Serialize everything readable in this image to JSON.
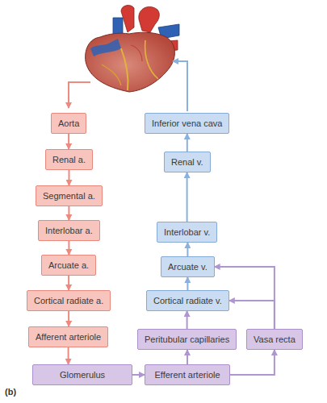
{
  "diagram": {
    "nodes": [
      {
        "text": [
          "Aorta"
        ]
      },
      {
        "text": [
          "Inferior vena cava"
        ]
      },
      {
        "text": [
          "Renal a."
        ]
      },
      {
        "text": [
          "Renal v."
        ]
      },
      {
        "text": [
          "Segmental a."
        ]
      },
      {
        "text": [
          "Interlobar a."
        ]
      },
      {
        "text": [
          "Interlobar v."
        ]
      },
      {
        "text": [
          "Arcuate a."
        ]
      },
      {
        "text": [
          "Arcuate v."
        ]
      },
      {
        "text": [
          "Cortical radiate a."
        ]
      },
      {
        "text": [
          "Cortical radiate v."
        ]
      },
      {
        "text": [
          "Afferent arteriole"
        ]
      },
      {
        "text": [
          "Peritubular capillaries"
        ]
      },
      {
        "text": [
          "Vasa recta"
        ]
      },
      {
        "text": [
          "Glomerulus"
        ]
      },
      {
        "text": [
          "Efferent arteriole"
        ]
      }
    ],
    "edges": [
      {
        "from": 0,
        "to": 2,
        "arrow": "to"
      },
      {
        "from": 2,
        "to": 4,
        "arrow": "to"
      },
      {
        "from": 4,
        "to": 5,
        "arrow": "to"
      },
      {
        "from": 5,
        "to": 7,
        "arrow": "to"
      },
      {
        "from": 7,
        "to": 9,
        "arrow": "to"
      },
      {
        "from": 9,
        "to": 11,
        "arrow": "to"
      },
      {
        "from": 11,
        "to": 14,
        "arrow": "to"
      },
      {
        "from": 14,
        "to": 15,
        "arrow": "to"
      },
      {
        "from": 15,
        "to": 12,
        "arrow": "to"
      },
      {
        "from": 15,
        "to": 13,
        "arrow": "to"
      },
      {
        "from": 12,
        "to": 10,
        "arrow": "to"
      },
      {
        "from": 13,
        "to": 8,
        "arrow": "to"
      },
      {
        "from": 13,
        "to": 10,
        "arrow": "to"
      },
      {
        "from": 10,
        "to": 8,
        "arrow": "to"
      },
      {
        "from": 8,
        "to": 6,
        "arrow": "to"
      },
      {
        "from": 6,
        "to": 3,
        "arrow": "to"
      },
      {
        "from": 3,
        "to": 1,
        "arrow": "to"
      }
    ],
    "labels": [
      "(b)"
    ]
  }
}
